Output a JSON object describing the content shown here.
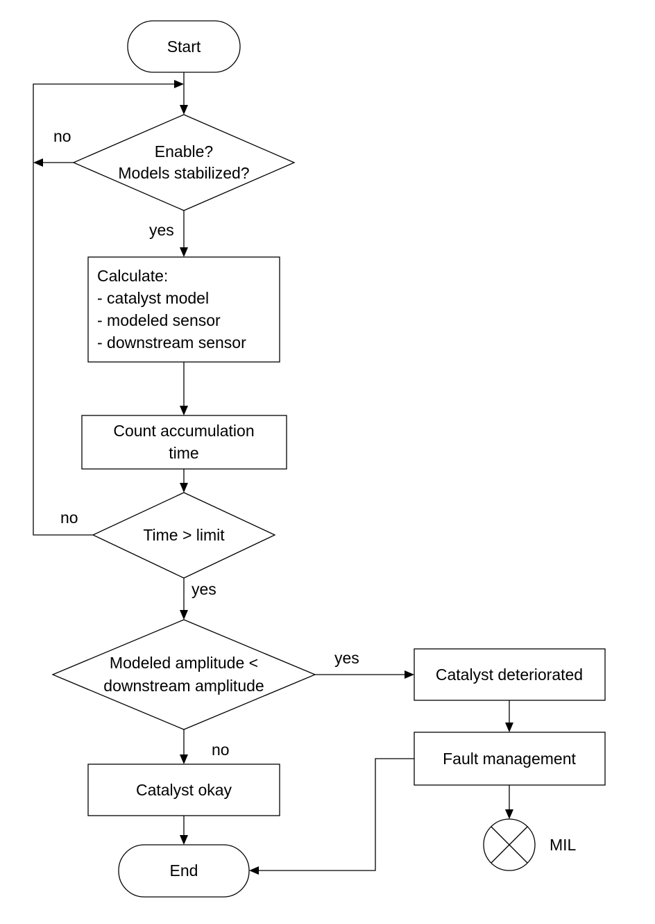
{
  "nodes": {
    "start": "Start",
    "enable_check": [
      "Enable?",
      "Models stabilized?"
    ],
    "calculate": [
      "Calculate:",
      "- catalyst model",
      "- modeled sensor",
      "- downstream sensor"
    ],
    "count": [
      "Count accumulation",
      "time"
    ],
    "time_check": "Time > limit",
    "amplitude_check": [
      "Modeled amplitude <",
      "downstream amplitude"
    ],
    "deteriorated": "Catalyst deteriorated",
    "fault": "Fault management",
    "okay": "Catalyst okay",
    "end": "End",
    "mil": "MIL"
  },
  "edges": {
    "enable_no": "no",
    "enable_yes": "yes",
    "time_no": "no",
    "time_yes": "yes",
    "amplitude_yes": "yes",
    "amplitude_no": "no"
  }
}
